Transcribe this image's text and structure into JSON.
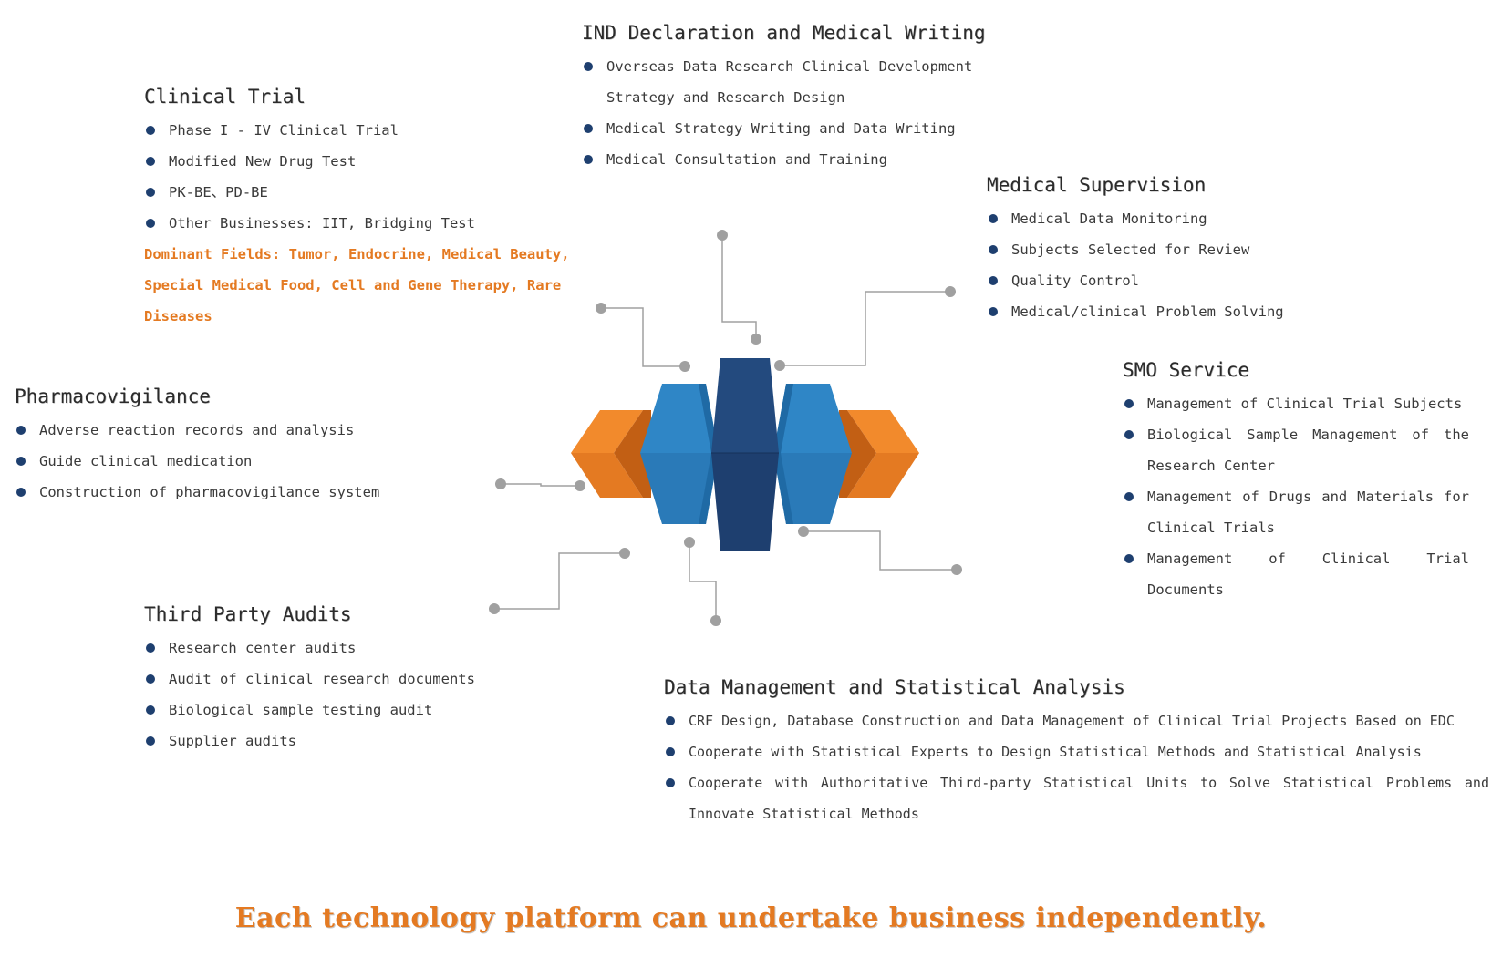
{
  "colors": {
    "bullet": "#1e3f6f",
    "accent_orange": "#e47a22",
    "block_dark_blue": "#1e3f6f",
    "block_mid_blue": "#2a7ab8",
    "connector_gray": "#a0a0a0"
  },
  "sections": {
    "ind": {
      "title": "IND Declaration and Medical Writing",
      "items": [
        "Overseas Data Research Clinical Development Strategy and Research Design",
        "Medical Strategy Writing and Data Writing",
        "Medical Consultation and Training"
      ]
    },
    "clinical": {
      "title": "Clinical Trial",
      "items": [
        "Phase I - IV Clinical Trial",
        "Modified New Drug Test",
        "PK-BE、PD-BE",
        "Other Businesses: IIT, Bridging Test"
      ],
      "dominant": "Dominant Fields: Tumor, Endocrine, Medical Beauty, Special Medical Food, Cell and Gene Therapy, Rare Diseases"
    },
    "supervision": {
      "title": "Medical Supervision",
      "items": [
        "Medical Data Monitoring",
        "Subjects Selected for Review",
        "Quality Control",
        "Medical/clinical Problem Solving"
      ]
    },
    "smo": {
      "title": "SMO Service",
      "items": [
        "Management of Clinical Trial Subjects",
        "Biological Sample Management of the Research Center",
        "Management of Drugs and Materials for Clinical Trials",
        "Management of Clinical Trial Documents"
      ]
    },
    "pharmacovigilance": {
      "title": "Pharmacovigilance",
      "items": [
        "Adverse reaction records and analysis",
        "Guide clinical medication",
        "Construction of pharmacovigilance system"
      ]
    },
    "audits": {
      "title": "Third Party Audits",
      "items": [
        "Research center audits",
        "Audit of clinical research documents",
        "Biological sample testing audit",
        "Supplier audits"
      ]
    },
    "data": {
      "title": "Data Management and Statistical Analysis",
      "items": [
        "CRF Design, Database Construction and Data Management of Clinical Trial Projects Based on EDC",
        "Cooperate with Statistical Experts to Design Statistical Methods and Statistical Analysis",
        "Cooperate with Authoritative Third-party Statistical Units to Solve Statistical Problems and Innovate Statistical Methods"
      ]
    }
  },
  "footer": {
    "tagline": "Each technology platform can undertake business independently."
  }
}
